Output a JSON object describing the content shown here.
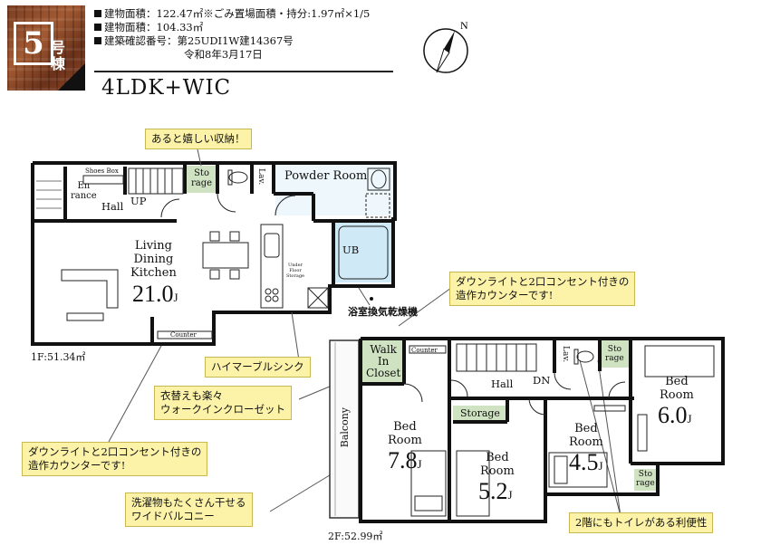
{
  "badge": {
    "number": "5",
    "suffix_line1": "号",
    "suffix_line2": "棟"
  },
  "info": {
    "land_area": "建物面積：122.47㎡※ごみ置場面積・持分:1.97㎡×1/5",
    "building_area": "建物面積：104.33㎡",
    "confirmation_no": "建築確認番号：第25UDI1W建14367号",
    "confirmation_date": "令和8年3月17日"
  },
  "compass": {
    "north_label": "N"
  },
  "plan_title": "4LDK+WIC",
  "callouts": {
    "storage": "あると嬉しい収納！",
    "counter_right": "ダウンライトと2口コンセント付きの\n造作カウンターです!",
    "sink": "ハイマーブルシンク",
    "wic": "衣替えも楽々\nウォークインクローゼット",
    "counter_left": "ダウンライトと2口コンセント付きの\n造作カウンターです!",
    "balcony": "洗濯物もたくさん干せる\nワイドバルコニー",
    "toilet": "2階にもトイレがある利便性"
  },
  "first_floor": {
    "floor_area": "1F:51.34㎡",
    "entrance": "En\nrance",
    "shoes_box": "Shoes Box",
    "hall": "Hall",
    "up": "UP",
    "storage": "Sto\nrage",
    "lav": "Lav.",
    "powder_room": "Powder Room",
    "ub": "UB",
    "ldk": "Living\nDining\nKitchen",
    "ldk_size": "21.0",
    "jo": "J",
    "counter": "Counter",
    "floor_storage": "Under\nFloor\nStorage",
    "bath_dryer": "浴室換気乾燥機"
  },
  "second_floor": {
    "floor_area": "2F:52.99㎡",
    "wic": "Walk\nIn\nCloset",
    "counter": "Counter",
    "hall": "Hall",
    "dn": "DN",
    "lav": "Lav.",
    "storage_top": "Sto\nrage",
    "storage_small": "Sto\nrage",
    "storage_mid": "Storage",
    "balcony": "Balcony",
    "bed_room": "Bed\nRoom",
    "bed1_size": "7.8",
    "bed2_size": "5.2",
    "bed3_size": "4.5",
    "bed4_size": "6.0",
    "jo": "J"
  },
  "colors": {
    "callout_bg": "#fcf3a8",
    "storage_fill": "#cfe3c2",
    "bath_fill": "#cfe9f7",
    "badge_wood": "#8a4526"
  }
}
